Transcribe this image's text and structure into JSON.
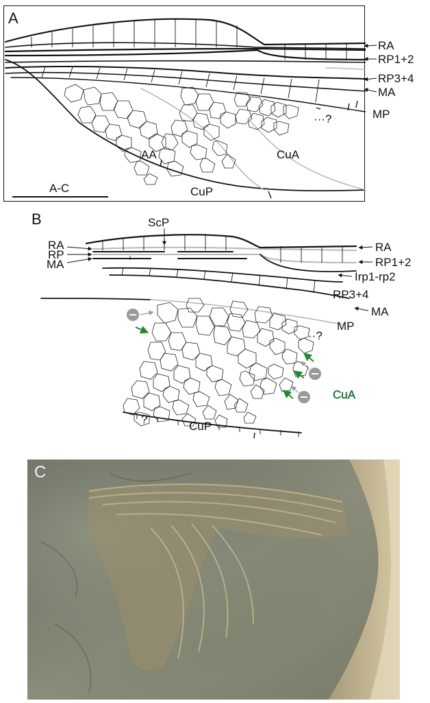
{
  "panel_a": {
    "letter": "A",
    "labels": {
      "ra": "RA",
      "rp12": "RP1+2",
      "rp34": "RP3+4",
      "ma": "MA",
      "mp": "MP",
      "q": "···?",
      "aa": "AA",
      "cua": "CuA",
      "cup": "CuP",
      "scale": "A-C"
    }
  },
  "panel_b": {
    "letter": "B",
    "labels": {
      "scp": "ScP",
      "ra_left": "RA",
      "rp_left": "RP",
      "ma_left": "MA",
      "ra_right": "RA",
      "rp12": "RP1+2",
      "irp": "Irp1-rp2",
      "rp34": "RP3+4",
      "ma_right": "MA",
      "mp": "MP",
      "q_right": "··?",
      "q_bottom": "?",
      "cua": "CuA",
      "cup": "CuP"
    },
    "colors": {
      "accent_green": "#1f8a2c",
      "minus_circle": "#9a9a9a"
    }
  },
  "panel_c": {
    "letter": "C",
    "photo": "fossil-wing-photograph"
  }
}
